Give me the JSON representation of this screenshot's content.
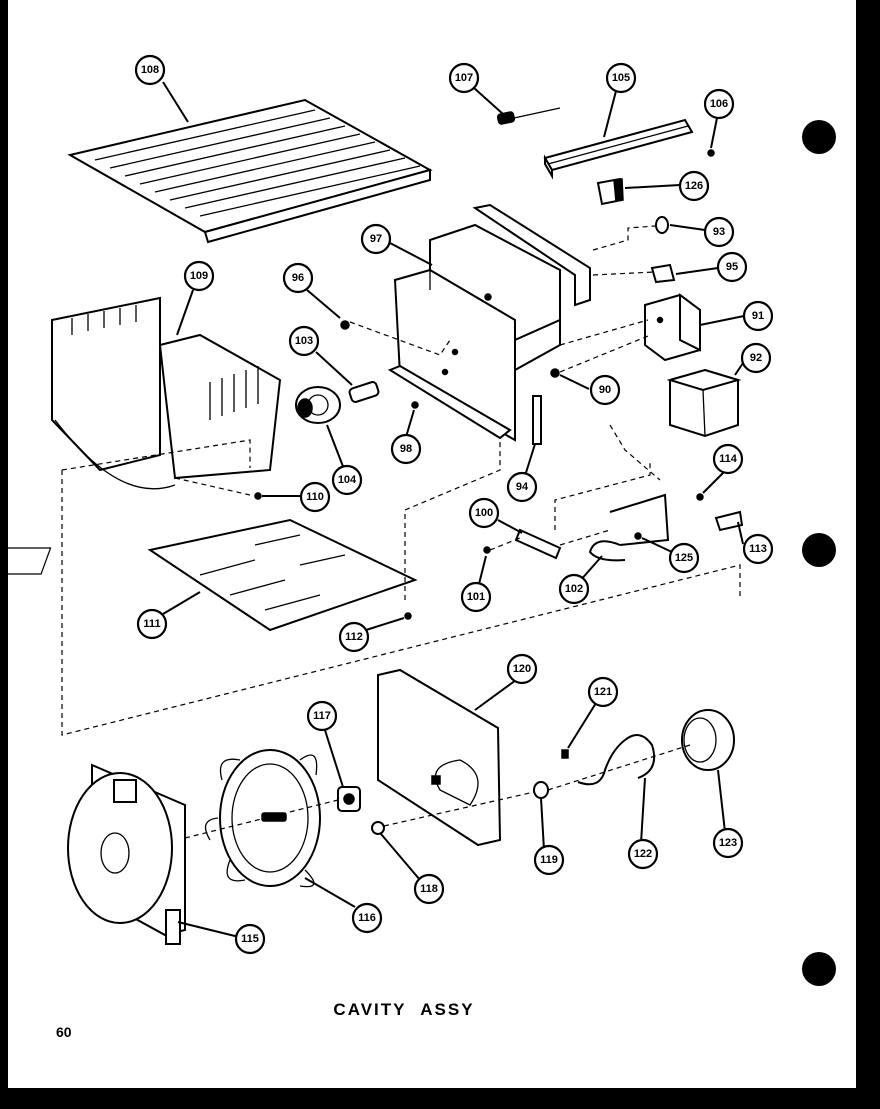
{
  "title": "CAVITY ASSY",
  "page_number": "60",
  "callouts": [
    "108",
    "107",
    "105",
    "106",
    "126",
    "93",
    "97",
    "95",
    "91",
    "96",
    "103",
    "92",
    "109",
    "90",
    "98",
    "104",
    "94",
    "114",
    "110",
    "100",
    "125",
    "113",
    "101",
    "102",
    "111",
    "112",
    "120",
    "117",
    "121",
    "118",
    "119",
    "122",
    "123",
    "115",
    "116"
  ],
  "colors": {
    "ink": "#000000",
    "paper": "#ffffff",
    "border": "#000000"
  }
}
